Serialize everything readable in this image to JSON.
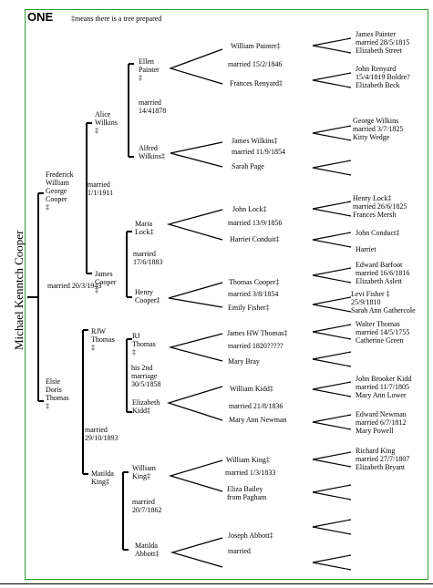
{
  "header": {
    "title": "ONE",
    "legend": "‡means there is a tree prepared"
  },
  "root": {
    "name": "Michael Kenntch Cooper"
  },
  "root_marriage": "married 20/3/1943",
  "colors": {
    "frame": "#2e9e2e",
    "lines": "#000000"
  },
  "people": {
    "frederick": "Frederick\nWilliam\nGeorge\nCooper\n‡",
    "frederick_m": "married\n1/1/1911",
    "elsie": "Elsie\nDoris\nThomas\n‡",
    "elsie_m": "married\n29/10/1893",
    "alice": "Alice\nWilkins\n‡",
    "james_cooper": "James\nCooper\n‡",
    "rjw": "RJW\nThomas\n‡",
    "matilda_king": "Matilda\nKing‡",
    "ellen": "Ellen\nPainter\n‡",
    "ellen_m": "married\n14/41878",
    "alfred": "Alfred\nWilkins‡",
    "maria": "Maria\nLock‡",
    "maria_m": "married\n17/6/1883",
    "henry": "Henry\nCooper‡",
    "rj": "RJ\nThomas\n‡",
    "rj_m": "his 2nd\nmarriage\n30/5/1858",
    "elizabeth_kidd": "Elizabeth\nKidd‡",
    "william_king": "William\nKing‡",
    "william_king_m": "married\n20/7/1862",
    "matilda_abbott": "Matilda\nAbbott‡",
    "g_william_painter": "William Painter‡",
    "g_painter_m": "married 15/2/1846",
    "g_frances": "Frances Renyard‡",
    "g_james_wilkins": "James Wilkins‡",
    "g_wilkins_m": "married 11/9/1854",
    "g_sarah_page": "Sarah Page",
    "g_john_lock": "John Lock‡",
    "g_lock_m": "married 13/9/1856",
    "g_harriet": "Harriet Conduit‡",
    "g_thomas_cooper": "Thomas Cooper‡",
    "g_cooper_m": "married 3/8/1854",
    "g_emily": "Emily Fisher‡",
    "g_james_hw": "James HW Thomas‡",
    "g_hw_m": "married 1820?????",
    "g_mary_bray": "Mary Bray",
    "g_william_kidd": "William Kidd‡",
    "g_kidd_m": "married 21/8/1836",
    "g_mary_ann_newman": "Mary Ann Newman",
    "g_william_king_sr": "William King‡",
    "g_king_m": "married 1/3/1833",
    "g_eliza": "Eliza Bailey\nfrom Pagham",
    "g_joseph": "Joseph Abbott‡",
    "g_abbott_m": "married",
    "e1": "James Painter\nmarried 28/5/1815\nElizabeth Street",
    "e2": "John Renyard\n15/4/1819 Boldre?\nElizabeth Beck",
    "e3": "George Wilkins\nmarried 3/7/1825\nKitty Wedge",
    "e4": "Henry Lock‡\nmarried 26/6/1825\nFrances Mersh",
    "e5": "John Conduct‡\n\nHarriet",
    "e6": "Edward Barfoot\nmarried 16/6/1816\nElizabeth Aslett",
    "e7": "Levi Fisher ‡\n25/9/1810\nSarah Ann Gathercole",
    "e8": "Walter Thomas\nmarried 14/5/1755\nCatherine Green",
    "e9": "John Brooker Kidd\nmarried 11/7/1805\nMary Ann Lower",
    "e10": "Edward Newman\nmarried 6/7/1812\nMary Powell",
    "e11": "Richard King\nmarried 27/7/1807\nElizabeth Bryant"
  }
}
